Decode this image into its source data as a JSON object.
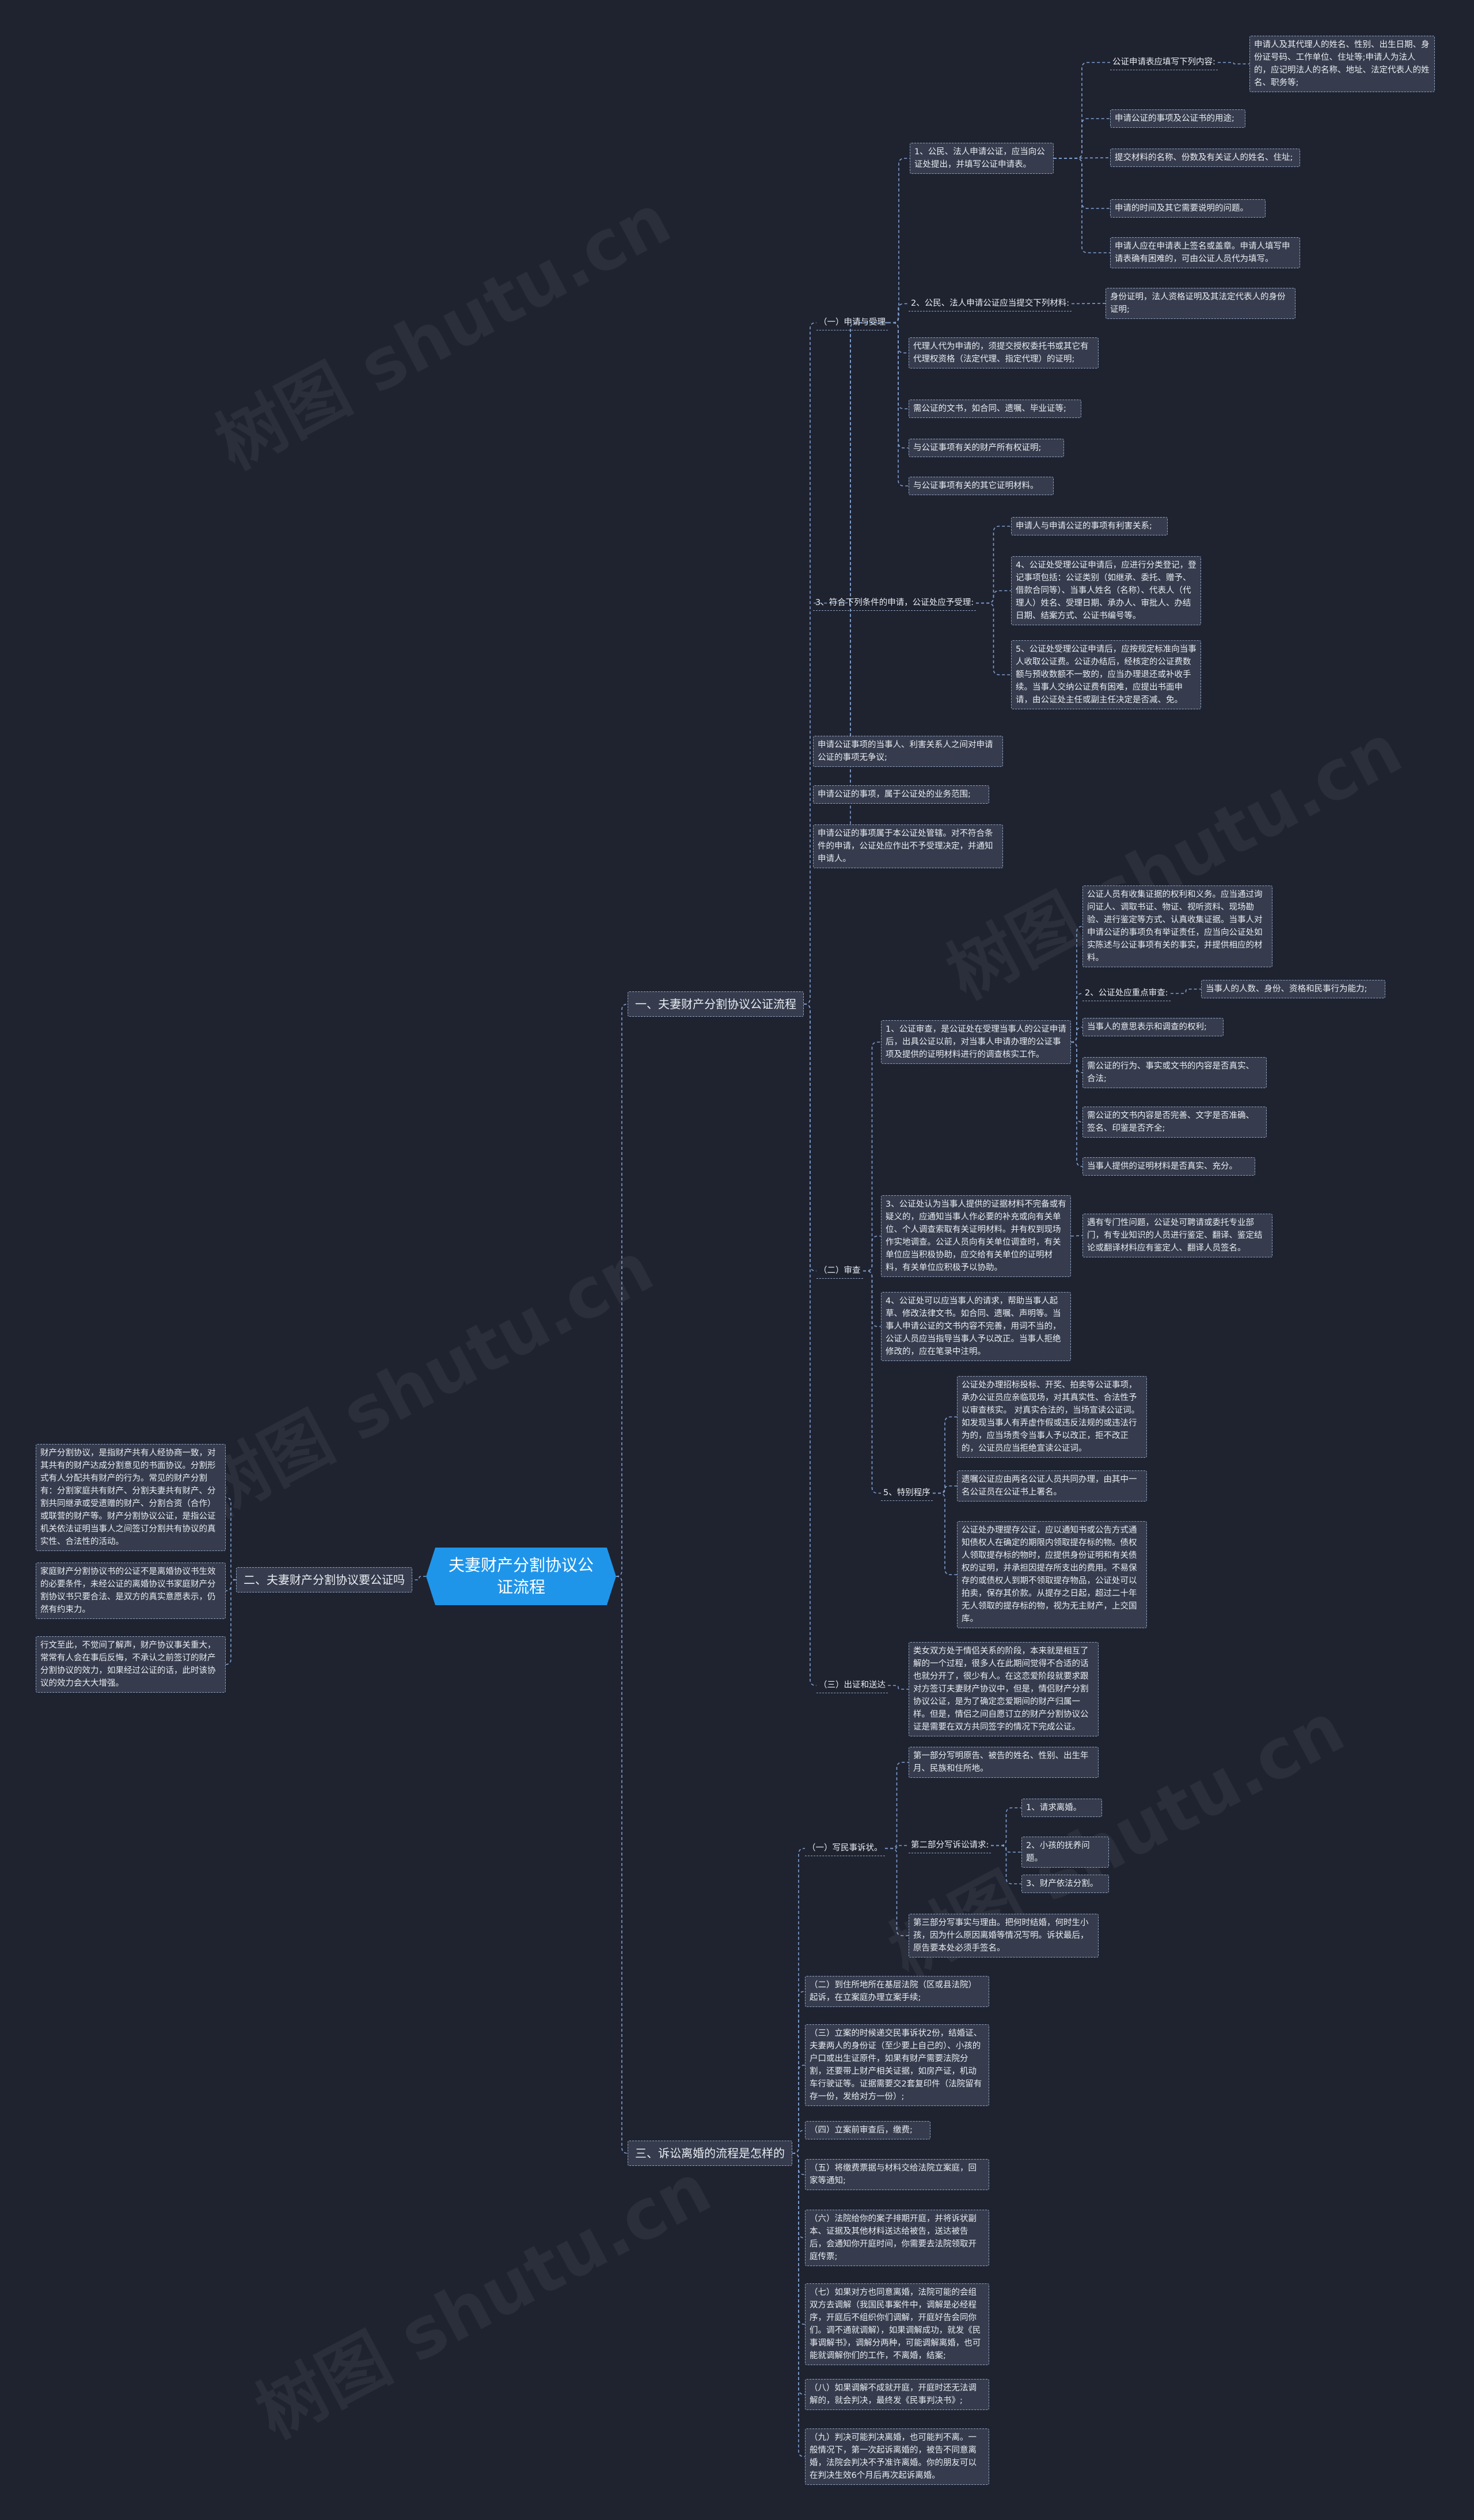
{
  "watermark": "树图 shutu.cn",
  "diagram": {
    "root": "夫妻财产分割协议公证流程",
    "b1": {
      "label": "一、夫妻财产分割协议公证流程",
      "s1": {
        "label": "（一）申请与受理",
        "i1": {
          "label": "1、公民、法人申请公证，应当向公证处提出，并填写公证申请表。",
          "k1": {
            "label": "公证申请表应填写下列内容:",
            "d1": "申请人及其代理人的姓名、性别、出生日期、身份证号码、工作单位、住址等;申请人为法人的，应记明法人的名称、地址、法定代表人的姓名、职务等;"
          },
          "k2": "申请公证的事项及公证书的用途;",
          "k3": "提交材料的名称、份数及有关证人的姓名、住址;",
          "k4": "申请的时间及其它需要说明的问题。",
          "k5": "申请人应在申请表上签名或盖章。申请人填写申请表确有困难的，可由公证人员代为填写。"
        },
        "i2": {
          "label": "2、公民、法人申请公证应当提交下列材料:",
          "d1": "身份证明，法人资格证明及其法定代表人的身份证明;"
        },
        "i3": "代理人代为申请的，须提交授权委托书或其它有代理权资格（法定代理、指定代理）的证明;",
        "i4": "需公证的文书，如合同、遗嘱、毕业证等;",
        "i5": "与公证事项有关的财产所有权证明;",
        "i6": "与公证事项有关的其它证明材料。",
        "i7": {
          "label": "3、符合下列条件的申请，公证处应予受理:",
          "k1": "申请人与申请公证的事项有利害关系;",
          "k2": "4、公证处受理公证申请后，应进行分类登记，登记事项包括：公证类别（如继承、委托、赠予、借款合同等）、当事人姓名（名称）、代表人（代理人）姓名、受理日期、承办人、审批人、办结日期、结案方式、公证书编号等。",
          "k3": "5、公证处受理公证申请后，应按规定标准向当事人收取公证费。公证办结后，经核定的公证费数额与预收数额不一致的，应当办理退还或补收手续。当事人交纳公证费有困难，应提出书面申请，由公证处主任或副主任决定是否减、免。"
        },
        "i8": "申请公证事项的当事人、利害关系人之间对申请公证的事项无争议;",
        "i9": "申请公证的事项，属于公证处的业务范围;",
        "i10": "申请公证的事项属于本公证处管辖。对不符合条件的申请，公证处应作出不予受理决定，并通知申请人。"
      },
      "s2": {
        "label": "（二）审查",
        "i1": {
          "label": "1、公证审查，是公证处在受理当事人的公证申请后，出具公证以前，对当事人申请办理的公证事项及提供的证明材料进行的调查核实工作。",
          "k1": "公证人员有收集证据的权利和义务。应当通过询问证人、调取书证、物证、视听资料、现场勘验、进行鉴定等方式、认真收集证据。当事人对申请公证的事项负有举证责任，应当向公证处如实陈述与公证事项有关的事实，并提供相应的材料。",
          "k2": {
            "label": "2、公证处应重点审查:",
            "d1": "当事人的人数、身份、资格和民事行为能力;"
          },
          "k3": "当事人的意思表示和调查的权利;",
          "k4": "需公证的行为、事实或文书的内容是否真实、合法;",
          "k5": "需公证的文书内容是否完善、文字是否准确、签名、印鉴是否齐全;",
          "k6": "当事人提供的证明材料是否真实、充分。"
        },
        "i2": {
          "label": "3、公证处认为当事人提供的证据材料不完备或有疑义的，应通知当事人作必要的补充或向有关单位、个人调查索取有关证明材料。并有权到现场作实地调查。公证人员向有关单位调查时，有关单位应当积极协助，应交给有关单位的证明材料，有关单位应积极予以协助。",
          "d1": "遇有专门性问题，公证处可聘请或委托专业部门，有专业知识的人员进行鉴定、翻译、鉴定结论或翻译材料应有鉴定人、翻译人员签名。"
        },
        "i3": "4、公证处可以应当事人的请求，帮助当事人起草、修改法律文书。如合同、遗嘱、声明等。当事人申请公证的文书内容不完善，用词不当的，公证人员应当指导当事人予以改正。当事人拒绝修改的，应在笔录中注明。",
        "i4": {
          "label": "5、特别程序",
          "k1": "公证处办理招标投标、开奖、拍卖等公证事项，承办公证员应亲临现场，对其真实性、合法性予以审查核实。 对真实合法的，当场宣读公证词。如发现当事人有弄虚作假或违反法规的或违法行为的，应当场责令当事人予以改正，拒不改正的，公证员应当拒绝宣读公证词。",
          "k2": "遗嘱公证应由两名公证人员共同办理，由其中一名公证员在公证书上署名。",
          "k3": "公证处办理提存公证，应以通知书或公告方式通知债权人在确定的期限内领取提存标的物。债权人领取提存标的物时，应提供身份证明和有关债权的证明，并承担因提存所支出的费用。不易保存的或债权人到期不领取提存物品，公证处可以拍卖，保存其价款。从提存之日起，超过二十年无人领取的提存标的物，视为无主财产，上交国库。"
        }
      },
      "s3": {
        "label": "（三）出证和送达",
        "d1": "类女双方处于情侣关系的阶段，本来就是相互了解的一个过程，很多人在此期间觉得不合适的话也就分开了，很少有人。在这恋爱阶段就要求跟对方签订夫妻财产协议中，但是，情侣财产分割协议公证，是为了确定恋爱期间的财产归属一样。但是，情侣之间自愿订立的财产分割协议公证是需要在双方共同签字的情况下完成公证。"
      }
    },
    "b2": {
      "label": "二、夫妻财产分割协议要公证吗",
      "l1": "财产分割协议，是指财产共有人经协商一致，对其共有的财产达成分割意见的书面协议。分割形式有人分配共有财产的行为。常见的财产分割有：分割家庭共有财产、分割夫妻共有财产、分割共同继承或受遗赠的财产、分割合资（合作）或联营的财产等。财产分割协议公证，是指公证机关依法证明当事人之间签订分割共有协议的真实性、合法性的活动。",
      "l2": "家庭财产分割协议书的公证不是离婚协议书生效的必要条件，未经公证的离婚协议书家庭财产分割协议书只要合法、是双方的真实意愿表示，仍然有约束力。",
      "l3": "行文至此，不觉间了解声，财产协议事关重大，常常有人会在事后反悔，不承认之前签订的财产分割协议的效力，如果经过公证的话，此时该协议的效力会大大增强。"
    },
    "b3": {
      "label": "三、诉讼离婚的流程是怎样的",
      "s1": {
        "label": "（一）写民事诉状。",
        "i1": "第一部分写明原告、被告的姓名、性别、出生年月、民族和住所地。",
        "i2": {
          "label": "第二部分写诉讼请求:",
          "k1": "1、请求离婚。",
          "k2": "2、小孩的抚养问题。",
          "k3": "3、财产依法分割。"
        },
        "i3": "第三部分写事实与理由。把何时结婚，何时生小孩，因为什么原因离婚等情况写明。诉状最后，原告要本处必须手签名。"
      },
      "s2": "（二）到住所地所在基层法院（区或县法院）起诉，在立案庭办理立案手续;",
      "s3": "（三）立案的时候递交民事诉状2份，结婚证、夫妻两人的身份证（至少要上自己的）、小孩的户口或出生证原件，如果有财产需要法院分割，还要带上财产相关证据，如房产证，机动车行驶证等。证据需要交2套复印件（法院留有存一份，发给对方一份）;",
      "s4": "（四）立案前审查后，缴费;",
      "s5": "（五）将缴费票据与材料交给法院立案庭，回家等通知;",
      "s6": "（六）法院给你的案子排期开庭，并将诉状副本、证据及其他材料送达给被告，送达被告后，会通知你开庭时间，你需要去法院领取开庭传票;",
      "s7": "（七）如果对方也同意离婚，法院可能的会组双方去调解（我国民事案件中，调解是必经程序，开庭后不组织你们调解，开庭好告会同你们。调不通就调解），如果调解成功，就发《民事调解书》，调解分两种，可能调解离婚，也可能就调解你们的工作，不离婚，结案;",
      "s8": "（八）如果调解不成就开庭，开庭时还无法调解的，就会判决，最终发《民事判决书》;",
      "s9": "（九）判决可能判决离婚，也可能判不离。一般情况下，第一次起诉离婚的，被告不同意离婚，法院会判决不予准许离婚。你的朋友可以在判决生效6个月后再次起诉离婚。"
    }
  }
}
